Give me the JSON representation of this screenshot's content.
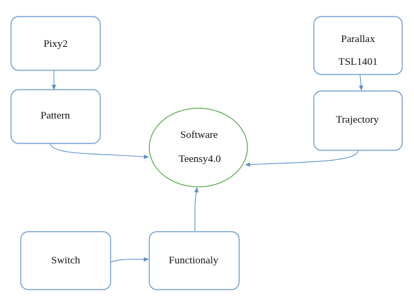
{
  "diagram": {
    "nodes": {
      "pixy2": {
        "label": "Pixy2"
      },
      "pattern": {
        "label": "Pattern"
      },
      "parallax": {
        "line1": "Parallax",
        "line2": "TSL1401"
      },
      "trajectory": {
        "label": "Trajectory"
      },
      "software": {
        "line1": "Software",
        "line2": "Teensy4.0"
      },
      "switch": {
        "label": "Switch"
      },
      "functionaly": {
        "label": "Functionaly"
      }
    },
    "edges": [
      {
        "from": "pixy2",
        "to": "pattern"
      },
      {
        "from": "pattern",
        "to": "software"
      },
      {
        "from": "parallax",
        "to": "trajectory"
      },
      {
        "from": "trajectory",
        "to": "software"
      },
      {
        "from": "switch",
        "to": "functionaly"
      },
      {
        "from": "functionaly",
        "to": "software"
      }
    ],
    "colors": {
      "box_stroke": "#5b8fc7",
      "ellipse_stroke": "#5aaa4f",
      "arrow": "#5b8fc7"
    }
  }
}
